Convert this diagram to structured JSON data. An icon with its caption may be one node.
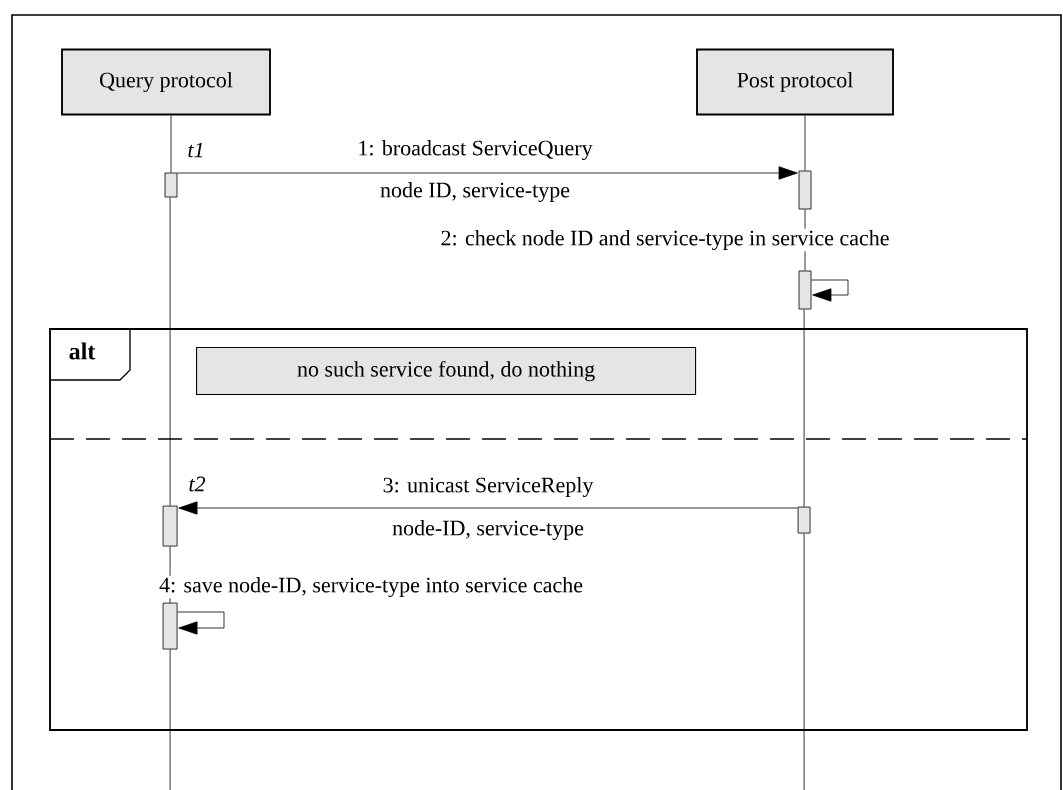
{
  "diagram": {
    "nodes": [
      {
        "text": [
          "Query protocol"
        ]
      },
      {
        "text": [
          "Post protocol"
        ]
      },
      {
        "text": [],
        "shape": "bar"
      },
      {
        "text": [],
        "shape": "bar"
      },
      {
        "text": [],
        "shape": "bar"
      },
      {
        "text": [
          "alt"
        ]
      },
      {
        "text": [
          "no such service found, do nothing"
        ],
        "in": 5
      },
      {
        "text": [],
        "shape": "bar",
        "in": 5
      },
      {
        "text": [],
        "shape": "bar",
        "in": 5
      },
      {
        "text": [],
        "shape": "bar",
        "in": 5
      }
    ],
    "edges": [
      {
        "from": 0,
        "to": 2,
        "arrow": "none"
      },
      {
        "from": 2,
        "to": 8,
        "arrow": "none"
      },
      {
        "from": 8,
        "to": 9,
        "arrow": "none"
      },
      {
        "from": 9,
        "to": null,
        "arrow": "none"
      },
      {
        "from": 1,
        "to": 3,
        "arrow": "none"
      },
      {
        "from": 3,
        "to": 4,
        "arrow": "none"
      },
      {
        "from": 4,
        "to": 7,
        "arrow": "none"
      },
      {
        "from": 7,
        "to": null,
        "arrow": "none"
      },
      {
        "from": 2,
        "to": 3,
        "arrow": "to",
        "label": "1: broadcast ServiceQuery"
      },
      {
        "from": 4,
        "to": 4,
        "arrow": "to",
        "label": "2: check node ID and service-type in service cache"
      },
      {
        "from": 7,
        "to": 8,
        "arrow": "to",
        "label": "3: unicast ServiceReply"
      },
      {
        "from": 9,
        "to": 9,
        "arrow": "to",
        "label": "4: save node-ID, service-type into service cache"
      }
    ],
    "labels": [
      "t1",
      "node ID, service-type",
      "t2",
      "node-ID, service-type"
    ]
  }
}
